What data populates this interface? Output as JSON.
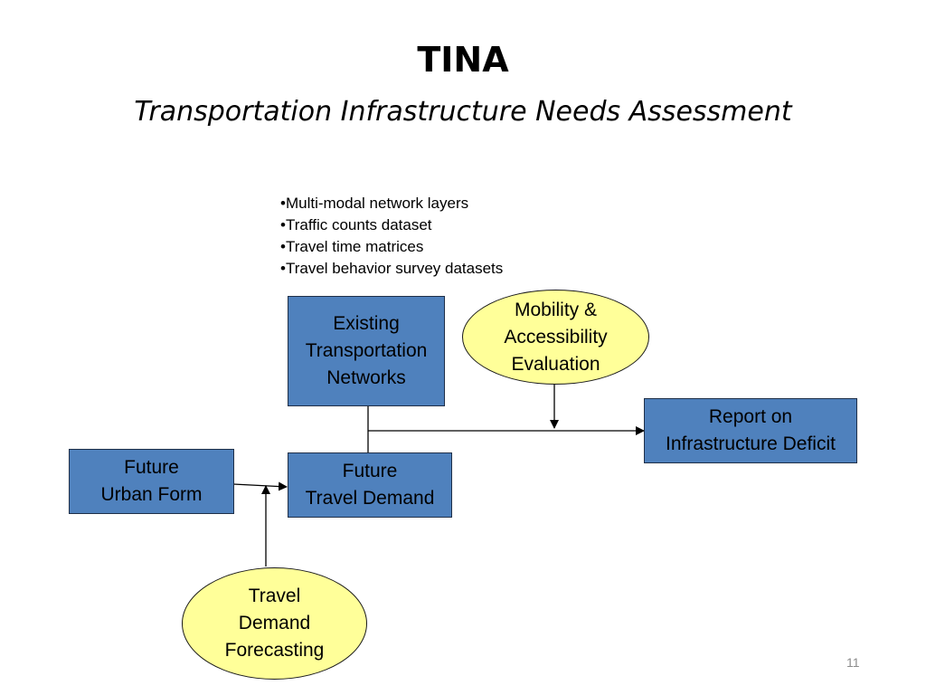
{
  "slide": {
    "title": "TINA",
    "subtitle": "Transportation Infrastructure Needs Assessment",
    "page_number": "11"
  },
  "bullets": [
    "•Multi-modal network layers",
    "•Traffic counts dataset",
    "•Travel time matrices",
    "•Travel behavior survey datasets"
  ],
  "nodes": {
    "existing_networks": [
      "Existing",
      "Transportation",
      "Networks"
    ],
    "mobility_evaluation": [
      "Mobility &",
      "Accessibility",
      "Evaluation"
    ],
    "report": [
      "Report on",
      "Infrastructure Deficit"
    ],
    "future_urban_form": [
      "Future",
      "Urban Form"
    ],
    "future_travel_demand": [
      "Future",
      "Travel Demand"
    ],
    "travel_demand_forecasting": [
      "Travel",
      "Demand",
      "Forecasting"
    ]
  },
  "colors": {
    "box_fill": "#4f81bd",
    "ellipse_fill": "#ffff99",
    "connector": "#000000"
  }
}
